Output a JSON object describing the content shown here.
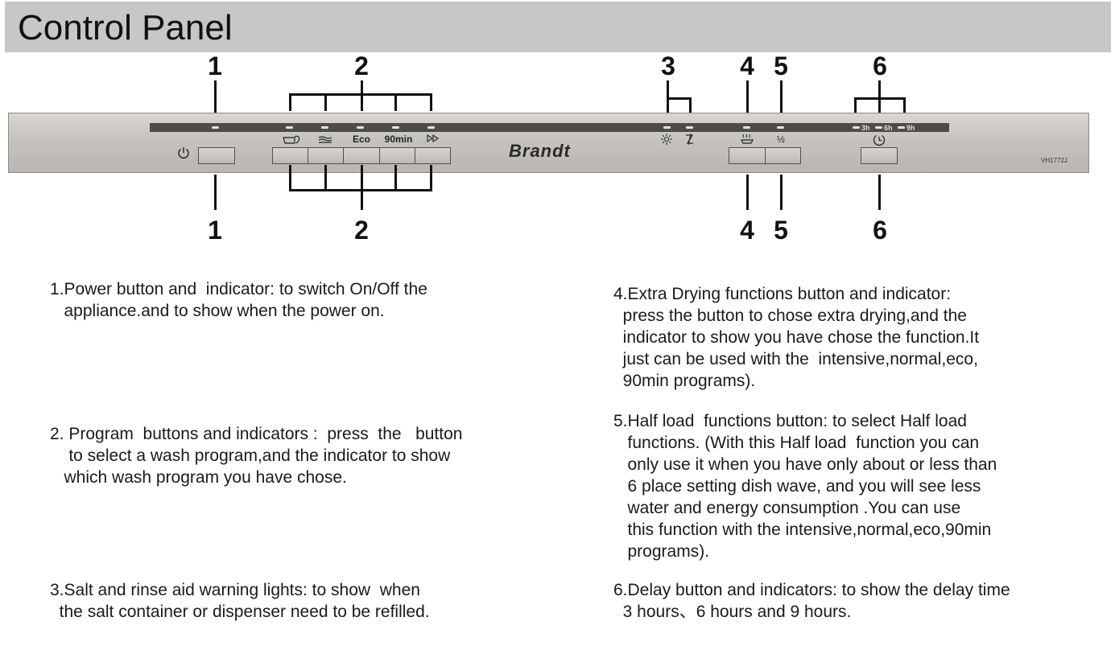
{
  "header": {
    "title": "Control Panel"
  },
  "callouts": {
    "top": [
      "1",
      "2",
      "3",
      "4",
      "5",
      "6"
    ],
    "bottom": [
      "1",
      "2",
      "4",
      "5",
      "6"
    ]
  },
  "panel": {
    "brand": "Brandt",
    "model": "VH1772J",
    "program_symbols": [
      "Eco",
      "90min"
    ],
    "half_load_symbol": "½",
    "delay_labels": [
      "3h",
      "6h",
      "9h"
    ],
    "icons": [
      "power-icon",
      "intensive-pot-icon",
      "normal-wash-icon",
      "quick-wash-icon",
      "salt-icon",
      "rinse-aid-icon",
      "extra-drying-icon",
      "delay-clock-icon"
    ]
  },
  "descriptions": {
    "d1": "1.Power button and  indicator: to switch On/Off the\n   appliance.and to show when the power on.",
    "d2": "2. Program  buttons and indicators :  press  the   button\n    to select a wash program,and the indicator to show\n   which wash program you have chose.",
    "d3": "3.Salt and rinse aid warning lights: to show  when\n  the salt container or dispenser need to be refilled.",
    "d4": "4.Extra Drying functions button and indicator:\n  press the button to chose extra drying,and the\n  indicator to show you have chose the function.It\n  just can be used with the  intensive,normal,eco,\n  90min programs).",
    "d5": "5.Half load  functions button: to select Half load\n   functions. (With this Half load  function you can\n   only use it when you have only about or less than\n   6 place setting dish wave, and you will see less\n   water and energy consumption .You can use\n   this function with the intensive,normal,eco,90min\n   programs).",
    "d6": "6.Delay button and indicators: to show the delay time\n  3 hours、6 hours and 9 hours."
  }
}
